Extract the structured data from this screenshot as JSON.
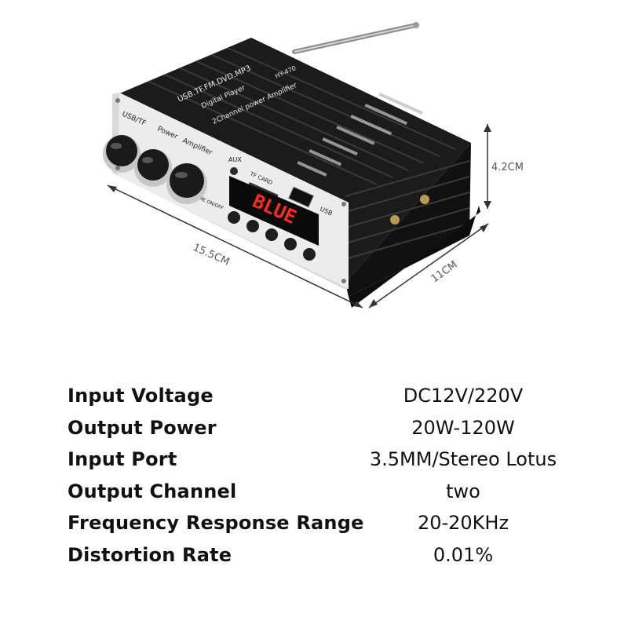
{
  "device": {
    "top_label_line1": "USB.TF.FM.DVD.MP3",
    "top_label_line2": "Digital   Player",
    "model": "HY-470",
    "side_label": "2Channel  power Amplifier",
    "panel_title_left": "USB/TF",
    "panel_title_mid": "Power",
    "panel_title_right": "Amplifier",
    "volume_label": "VOLUME ON/OFF",
    "aux_label": "AUX",
    "tf_label": "TF CARD",
    "usb_label": "USB",
    "display_text": "BLUE"
  },
  "dimensions": {
    "length": "15.5CM",
    "width": "11CM",
    "height": "4.2CM"
  },
  "specs": [
    {
      "label": "Input Voltage",
      "value": "DC12V/220V"
    },
    {
      "label": "Output Power",
      "value": "20W-120W"
    },
    {
      "label": "Input Port",
      "value": "3.5MM/Stereo Lotus"
    },
    {
      "label": "Output Channel",
      "value": "two"
    },
    {
      "label": "Frequency Response Range",
      "value": "20-20KHz"
    },
    {
      "label": "Distortion Rate",
      "value": "0.01%"
    }
  ]
}
